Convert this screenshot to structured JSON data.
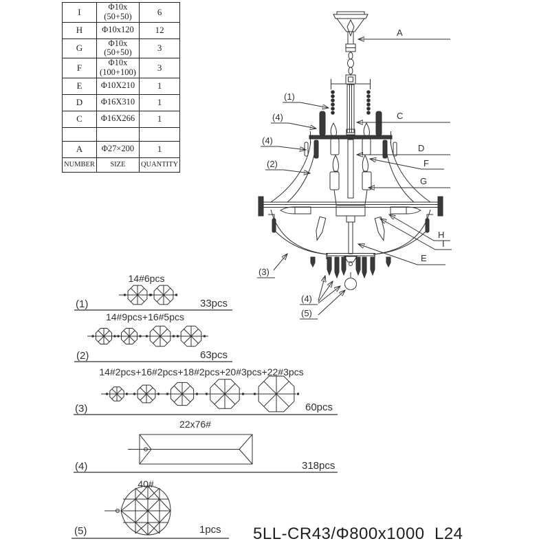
{
  "title": "5LL-CR43/Φ800x1000  L24",
  "parts_table": {
    "headers": {
      "number": "NUMBER",
      "size": "SIZE",
      "quantity": "QUANTITY"
    },
    "rows": [
      {
        "number": "I",
        "size": "Φ10x (50+50)",
        "quantity": "6"
      },
      {
        "number": "H",
        "size": "Φ10x120",
        "quantity": "12"
      },
      {
        "number": "G",
        "size": "Φ10x (50+50)",
        "quantity": "3"
      },
      {
        "number": "F",
        "size": "Φ10x (100+100)",
        "quantity": "3"
      },
      {
        "number": "E",
        "size": "Φ10X210",
        "quantity": "1"
      },
      {
        "number": "D",
        "size": "Φ16X310",
        "quantity": "1"
      },
      {
        "number": "C",
        "size": "Φ16X266",
        "quantity": "1"
      },
      {
        "number": "",
        "size": "",
        "quantity": ""
      },
      {
        "number": "A",
        "size": "Φ27×200",
        "quantity": "1"
      }
    ]
  },
  "diagram": {
    "callouts": {
      "a": "A",
      "c": "C",
      "d": "D",
      "f": "F",
      "g": "G",
      "h": "H",
      "i": "I",
      "e": "E",
      "n1": "(1)",
      "n2": "(2)",
      "n3": "(3)",
      "n4": "(4)",
      "n5": "(5)"
    }
  },
  "components": [
    {
      "id": "(1)",
      "spec": "14#6pcs",
      "total": "33pcs",
      "octagon_sizes": [
        14,
        14
      ]
    },
    {
      "id": "(2)",
      "spec": "14#9pcs+16#5pcs",
      "total": "63pcs",
      "octagon_sizes": [
        14,
        14,
        16,
        16
      ]
    },
    {
      "id": "(3)",
      "spec": "14#2pcs+16#2pcs+18#2pcs+20#3pcs+22#3pcs",
      "total": "60pcs",
      "octagon_sizes": [
        14,
        16,
        18,
        20,
        22
      ]
    },
    {
      "id": "(4)",
      "spec": "22x76#",
      "total": "318pcs",
      "shape": "prism"
    },
    {
      "id": "(5)",
      "spec": "40#",
      "total": "1pcs",
      "shape": "faceted-drop"
    }
  ]
}
